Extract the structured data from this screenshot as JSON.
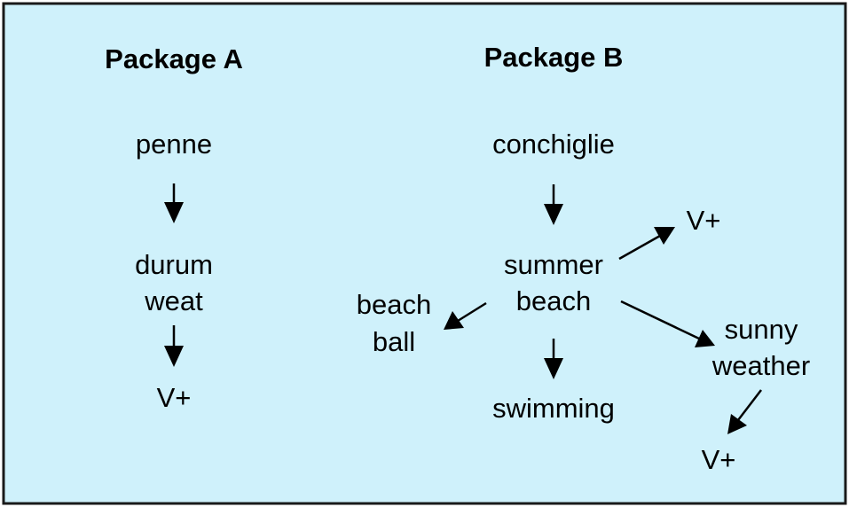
{
  "colors": {
    "background": "#cff1fb",
    "border": "#1a1a1a",
    "text": "#000000"
  },
  "package_a": {
    "title": "Package A",
    "nodes": {
      "penne": "penne",
      "durum": "durum",
      "weat": "weat",
      "v_plus": "V+"
    }
  },
  "package_b": {
    "title": "Package B",
    "nodes": {
      "conchiglie": "conchiglie",
      "summer": "summer",
      "beach": "beach",
      "v_plus_top": "V+",
      "beach_ball_1": "beach",
      "beach_ball_2": "ball",
      "swimming": "swimming",
      "sunny": "sunny",
      "weather": "weather",
      "v_plus_bottom": "V+"
    }
  }
}
